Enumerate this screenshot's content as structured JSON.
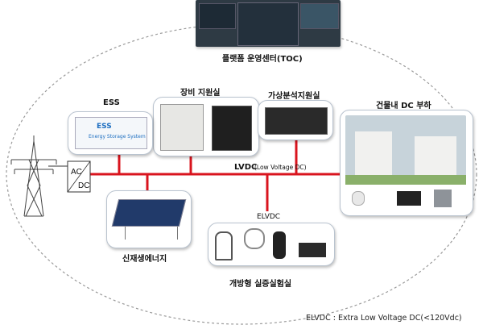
{
  "labels": {
    "toc": "플랫폼 운영센터(TOC)",
    "equipment": "장비 지원실",
    "virtual": "가상분석지원실",
    "ess": "ESS",
    "building": "건물내 DC 부하",
    "lvdc_main": "LVDC",
    "lvdc_sub": "(Low Voltage DC)",
    "elvdc": "ELVDC",
    "renewable": "신재생에너지",
    "testbed": "개방형 실증실험실",
    "footnote": "ELVDC : Extra Low Voltage DC(<120Vdc)"
  },
  "converter": {
    "top": "AC",
    "bottom": "DC"
  },
  "ess_unit": {
    "name": "ESS",
    "caption": "Energy Storage System"
  },
  "colors": {
    "dc_line": "#d9141e",
    "ellipse": "#9a9a9a",
    "box_border": "#b9c3cf"
  }
}
